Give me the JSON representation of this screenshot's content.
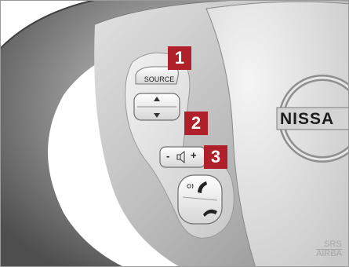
{
  "callouts": {
    "one": "1",
    "two": "2",
    "three": "3"
  },
  "buttons": {
    "source": "SOURCE",
    "volume_minus": "-",
    "volume_plus": "+"
  },
  "hub": {
    "logo_text": "NISSA",
    "airbag_line1": "SRS",
    "airbag_line2": "AIRBA"
  },
  "colors": {
    "callout": "#b0202a",
    "wheel_dark": "#5c5c5c",
    "wheel_light": "#cfcfcf"
  },
  "icons": [
    "up-arrow-icon",
    "down-arrow-icon",
    "speaker-icon",
    "voice-recognition-icon",
    "phone-pickup-icon",
    "phone-hangup-icon"
  ]
}
